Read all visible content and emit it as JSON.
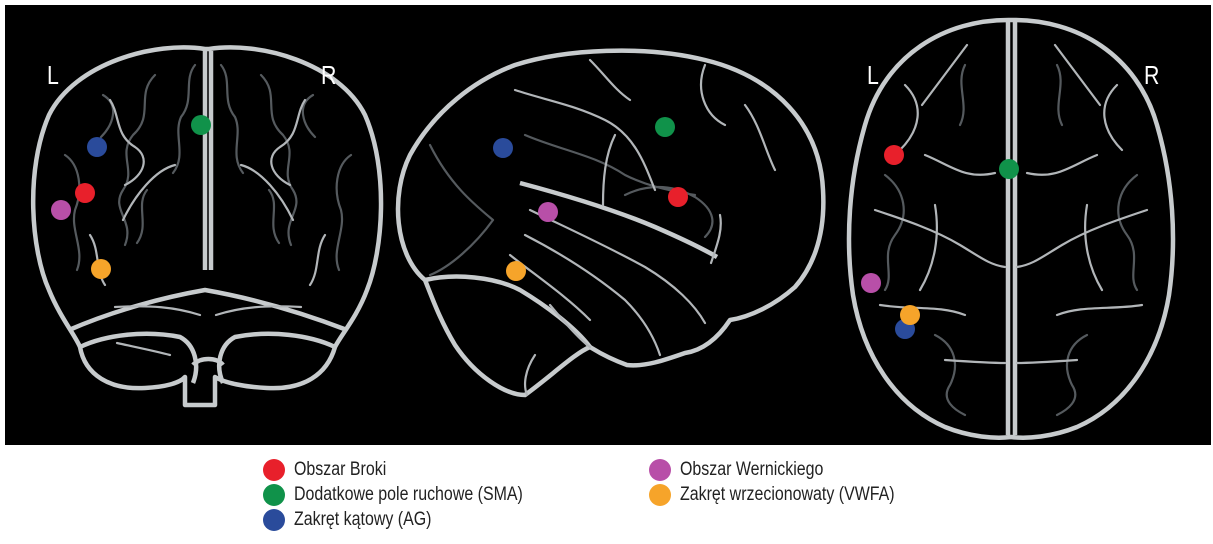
{
  "views": {
    "coronal": {
      "left_label": "L",
      "right_label": "R"
    },
    "axial": {
      "left_label": "L",
      "right_label": "R"
    }
  },
  "regions": [
    {
      "name": "Obszar Broki",
      "color": "#e8202b"
    },
    {
      "name": "Dodatkowe pole ruchowe (SMA)",
      "color": "#10924a"
    },
    {
      "name": "Zakręt kątowy (AG)",
      "color": "#2a4b9b"
    },
    {
      "name": "Obszar Wernickiego",
      "color": "#b84fa8"
    },
    {
      "name": "Zakręt wrzecionowaty (VWFA)",
      "color": "#f6a42a"
    }
  ],
  "colors": {
    "background": "#000000",
    "outline": "#c7cbcd"
  }
}
